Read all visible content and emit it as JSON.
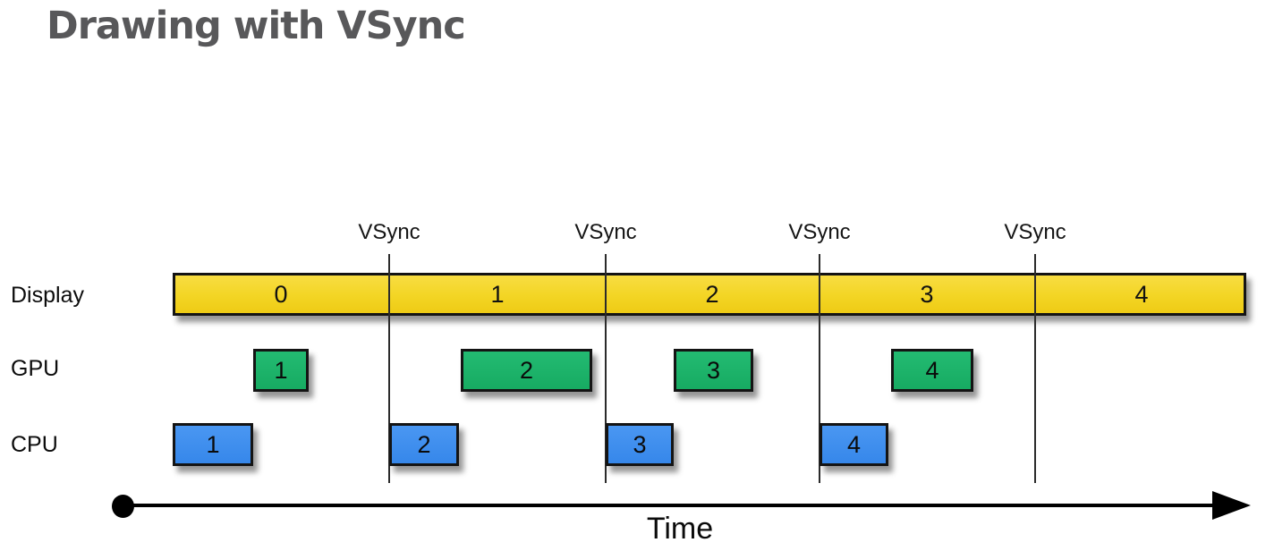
{
  "slide": {
    "title": "Drawing with VSync"
  },
  "diagram": {
    "type": "timeline",
    "rows": [
      {
        "label": "Display"
      },
      {
        "label": "GPU"
      },
      {
        "label": "CPU"
      }
    ],
    "vsync_markers": [
      {
        "label": "VSync"
      },
      {
        "label": "VSync"
      },
      {
        "label": "VSync"
      },
      {
        "label": "VSync"
      }
    ],
    "display_frames": [
      "0",
      "1",
      "2",
      "3",
      "4"
    ],
    "gpu_frames": [
      "1",
      "2",
      "3",
      "4"
    ],
    "cpu_frames": [
      "1",
      "2",
      "3",
      "4"
    ],
    "axis": {
      "label": "Time"
    },
    "colors": {
      "display_bar": "#f3d524",
      "gpu_box": "#1ab267",
      "cpu_box": "#3e8ff0",
      "box_border": "#141414",
      "vsync_line": "#2b2b2b",
      "title_text": "#58585a",
      "axis": "#000000"
    }
  }
}
